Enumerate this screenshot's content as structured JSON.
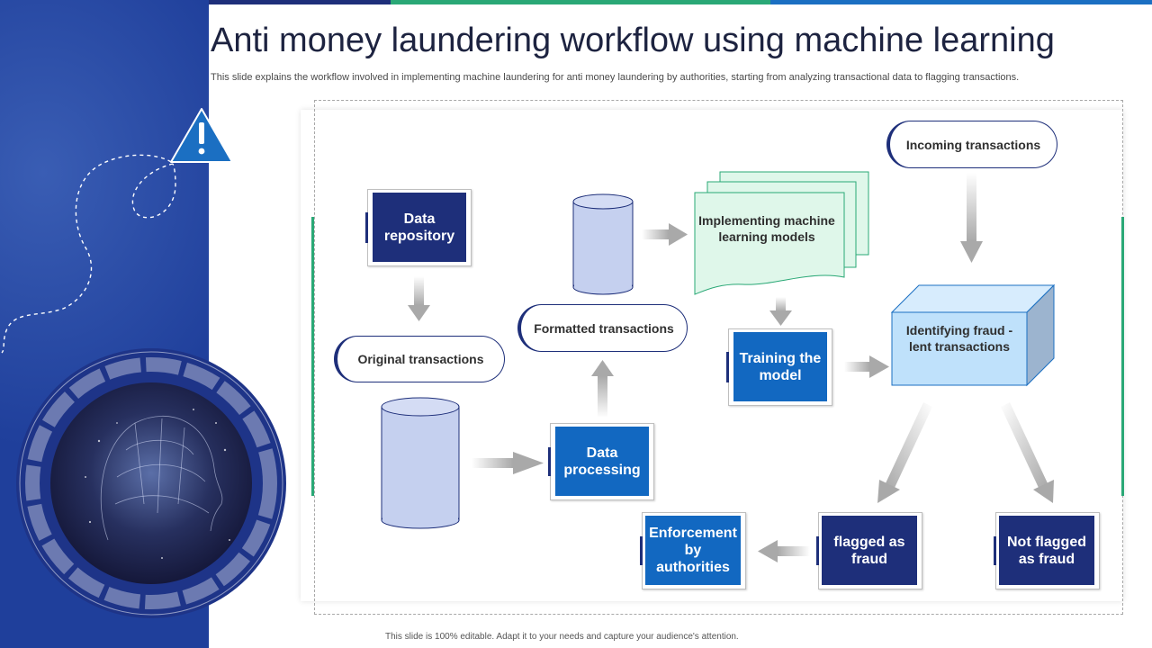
{
  "slide": {
    "title": "Anti money laundering workflow using machine learning",
    "subtitle": "This slide explains the workflow involved in implementing machine laundering for anti money laundering by authorities, starting from analyzing transactional data to flagging transactions.",
    "footer": "This slide is 100% editable. Adapt it to your needs and capture your audience's attention."
  },
  "workflow": {
    "data_repository": "Data repository",
    "original_transactions": "Original transactions",
    "data_processing": "Data processing",
    "formatted_transactions": "Formatted transactions",
    "implementing_ml_models": "Implementing machine learning models",
    "training_the_model": "Training the model",
    "incoming_transactions": "Incoming transactions",
    "identifying_fraudulent_transactions": "Identifying fraud - lent transactions",
    "flagged_as_fraud": "flagged as fraud",
    "not_flagged_as_fraud": "Not flagged as fraud",
    "enforcement_by_authorities": "Enforcement by authorities"
  },
  "colors": {
    "navy": "#1e2f7a",
    "blue": "#1268c1",
    "green_accent": "#2aa876",
    "panel_blue": "#1f3f9b",
    "cylinder_fill": "#c5d0ef",
    "cube_front": "#bfe1fb",
    "document_fill": "#dff7ea"
  },
  "icons": {
    "warning": "warning-triangle-icon",
    "ai_head": "ai-brain-head-icon"
  }
}
